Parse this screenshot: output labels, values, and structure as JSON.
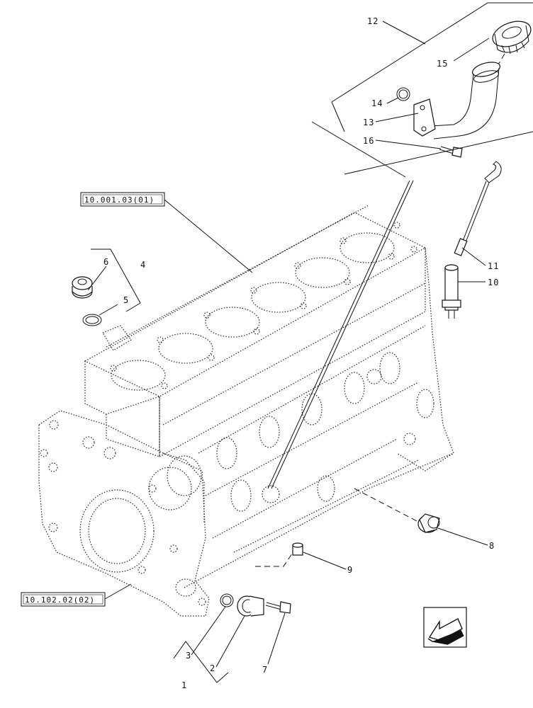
{
  "callouts": {
    "c1": "1",
    "c2": "2",
    "c3": "3",
    "c4": "4",
    "c5": "5",
    "c6": "6",
    "c7": "7",
    "c8": "8",
    "c9": "9",
    "c10": "10",
    "c11": "11",
    "c12": "12",
    "c13": "13",
    "c14": "14",
    "c15": "15",
    "c16": "16"
  },
  "references": {
    "block": "10.001.03(01)",
    "front_cover": "10.102.02(02)"
  },
  "nav_icon": "arrow-previous-icon"
}
